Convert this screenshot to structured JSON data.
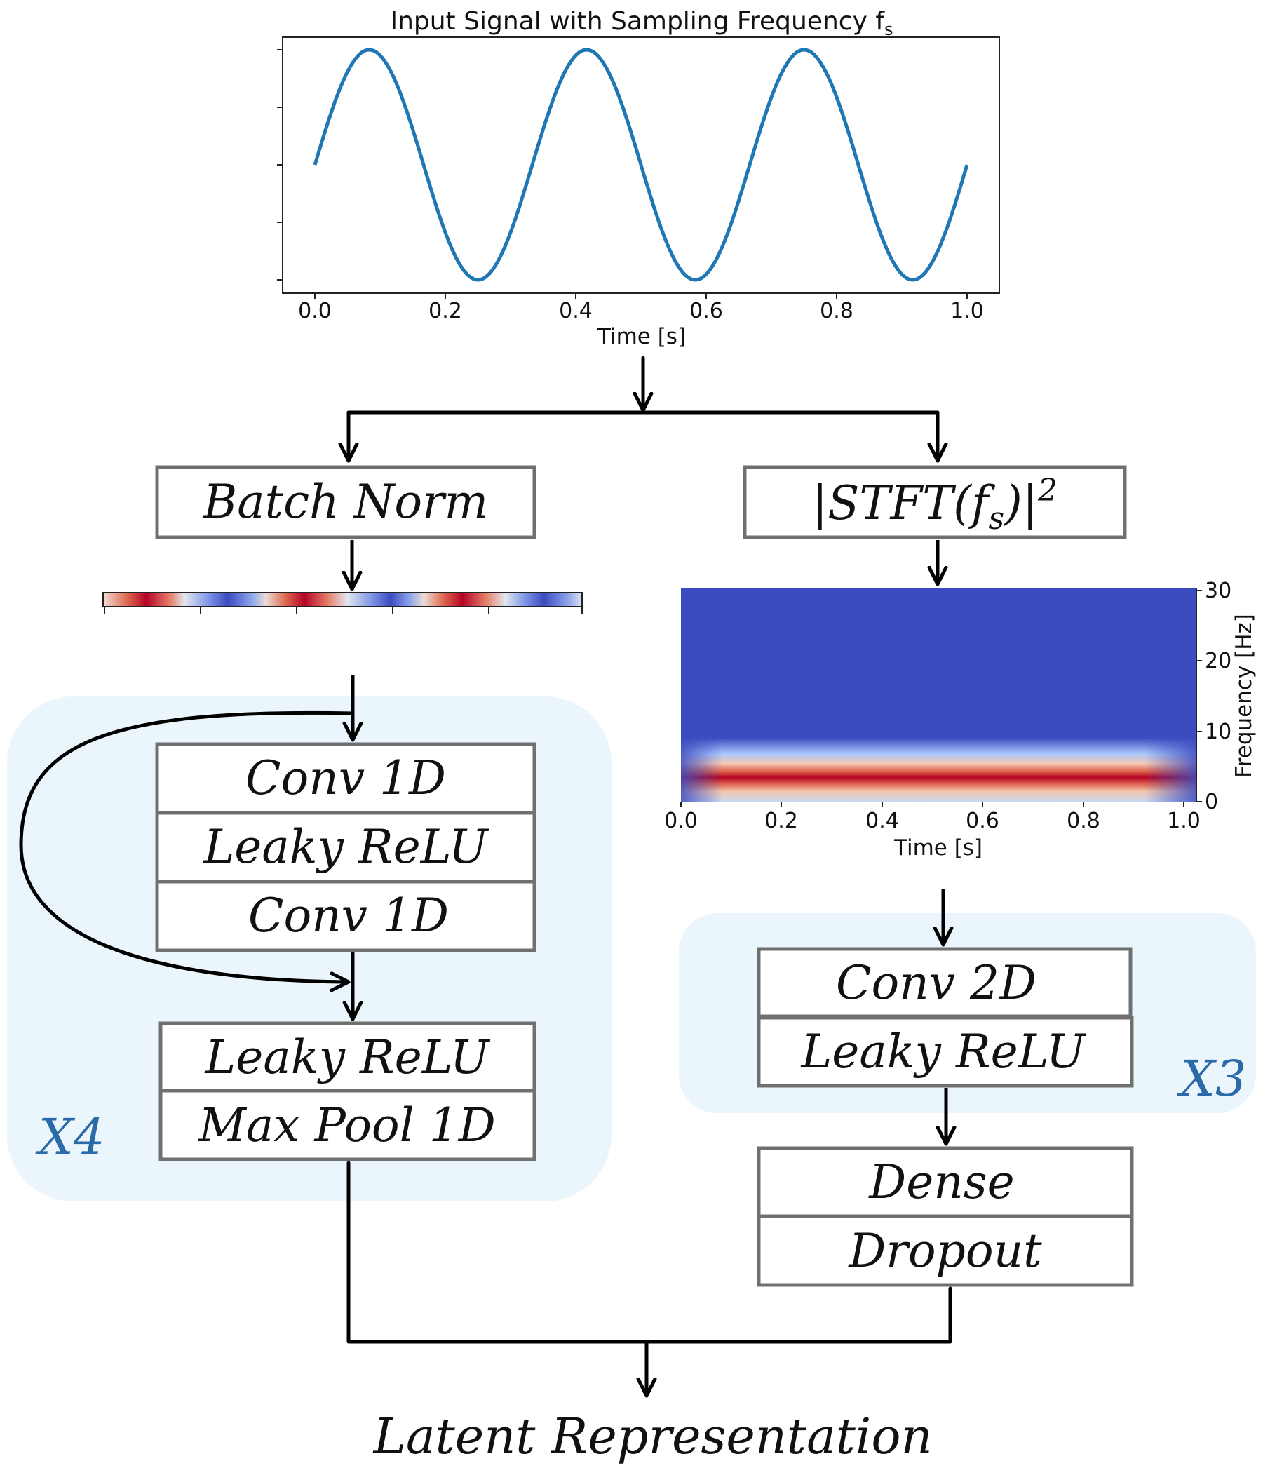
{
  "signal_plot": {
    "title": "Input Signal with Sampling Frequency f",
    "title_sub": "s",
    "xlabel": "Time [s]",
    "x_ticks": [
      "0.0",
      "0.2",
      "0.4",
      "0.6",
      "0.8",
      "1.0"
    ]
  },
  "spectrogram": {
    "xlabel": "Time [s]",
    "ylabel": "Frequency [Hz]",
    "x_ticks": [
      "0.0",
      "0.2",
      "0.4",
      "0.6",
      "0.8",
      "1.0"
    ],
    "y_ticks": [
      "0",
      "10",
      "20",
      "30"
    ]
  },
  "blocks": {
    "batch_norm": "Batch Norm",
    "stft_prefix": "|STFT(f",
    "stft_sub": "s",
    "stft_suffix": ")|",
    "stft_sup": "2",
    "conv1d_a": "Conv 1D",
    "leaky_relu_a": "Leaky ReLU",
    "conv1d_b": "Conv 1D",
    "leaky_relu_b": "Leaky ReLU",
    "max_pool": "Max Pool 1D",
    "conv2d": "Conv 2D",
    "leaky_relu_c": "Leaky ReLU",
    "dense": "Dense",
    "dropout": "Dropout"
  },
  "repeat_labels": {
    "left": "X4",
    "right": "X3"
  },
  "output_label": "Latent Representation",
  "colors": {
    "signal_line": "#1f77b4",
    "block_border": "#707070",
    "repeat_region": "#eaf6fb",
    "repeat_label": "#2a6aa8",
    "spectrogram_background": "#3b4cc0",
    "spectrogram_band": "#c8102e"
  },
  "chart_data": [
    {
      "type": "line",
      "title": "Input Signal with Sampling Frequency f_s",
      "xlabel": "Time [s]",
      "ylabel": "",
      "xlim": [
        0.0,
        1.0
      ],
      "ylim": [
        -1.0,
        1.0
      ],
      "signal": {
        "function": "sine",
        "frequency_hz": 3,
        "amplitude": 1
      },
      "x": [
        0.0,
        0.0833,
        0.25,
        0.4167,
        0.5833,
        0.75,
        0.9167,
        1.0
      ],
      "y": [
        0.0,
        1.0,
        -1.0,
        1.0,
        -1.0,
        1.0,
        -1.0,
        0.0
      ],
      "x_ticks": [
        0.0,
        0.2,
        0.4,
        0.6,
        0.8,
        1.0
      ],
      "y_ticks_labeled": false,
      "grid": false
    },
    {
      "type": "heatmap",
      "title": "",
      "xlabel": "Time [s]",
      "ylabel": "Frequency [Hz]",
      "xlim": [
        0.0,
        1.0
      ],
      "ylim": [
        0,
        30
      ],
      "dominant_frequency_hz": 3,
      "energy_band_time": [
        0.05,
        0.95
      ],
      "colormap": "coolwarm"
    }
  ]
}
